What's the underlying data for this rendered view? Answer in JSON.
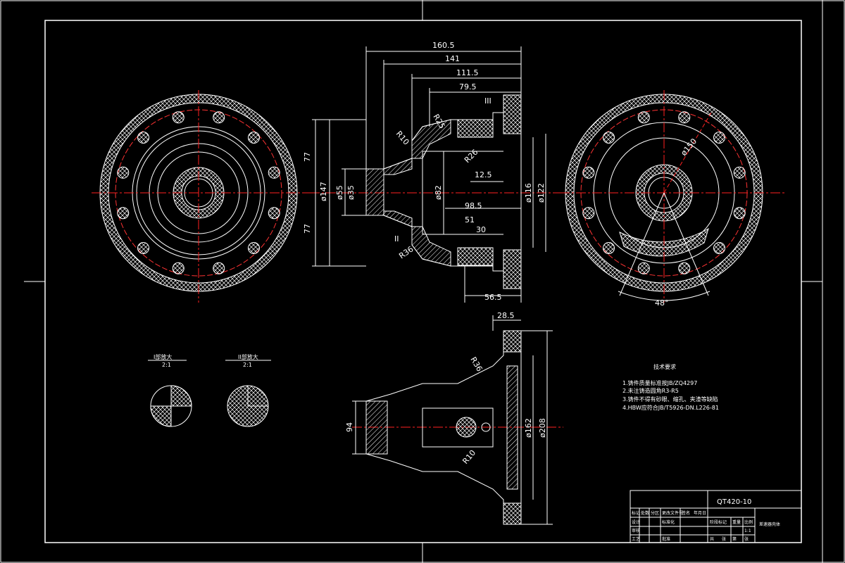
{
  "colors": {
    "background": "#000000",
    "outline": "#ffffff",
    "centerline": "#ff2020",
    "hatch": "#ffffff"
  },
  "dimensions": {
    "top_overall": "160.5",
    "top_141": "141",
    "top_111": "111.5",
    "top_79": "79.5",
    "bottom_56": "56.5",
    "lower_28": "28.5",
    "dia_147": "ø147",
    "dia_55": "ø55",
    "dia_35": "ø35",
    "dia_82": "ø82",
    "dia_116": "ø116",
    "dia_122": "ø122",
    "half_upper": "77",
    "half_lower": "77",
    "len_98": "98.5",
    "len_51": "51",
    "len_30": "30",
    "len_12": "12.5",
    "r_r25": "R25",
    "r_r10": "R10",
    "r_r26": "R26",
    "r_r36": "R36",
    "r_r36b": "R36",
    "r_r10b": "R10",
    "dia_150": "ø150",
    "angle_48": "48°",
    "lower_94": "94",
    "dia_162": "ø162",
    "dia_208": "ø208",
    "roman_3": "III",
    "roman_2": "II"
  },
  "detail_views": {
    "left_title": "I部放大",
    "left_scale": "2:1",
    "right_title": "II部放大",
    "right_scale": "2:1"
  },
  "tech_notes": {
    "title": "技术要求",
    "items": [
      "1.铸件质量标准按JB/ZQ4297",
      "2.未注铸造圆角R3-R5",
      "3.铸件不得有砂眼、缩孔、夹渣等缺陷",
      "4.HBW应符合JB/T5926-DN.L226-81"
    ]
  },
  "title_block": {
    "part_number": "QT420-10",
    "part_name": "差速器壳体",
    "cells": [
      "标记",
      "处数",
      "分区",
      "更改文件号",
      "签名",
      "年月日",
      "设计",
      "标准化",
      "阶段标记",
      "重量",
      "比例",
      "审核",
      "工艺",
      "批准",
      "共",
      "张",
      "第",
      "张",
      "1:1"
    ]
  }
}
